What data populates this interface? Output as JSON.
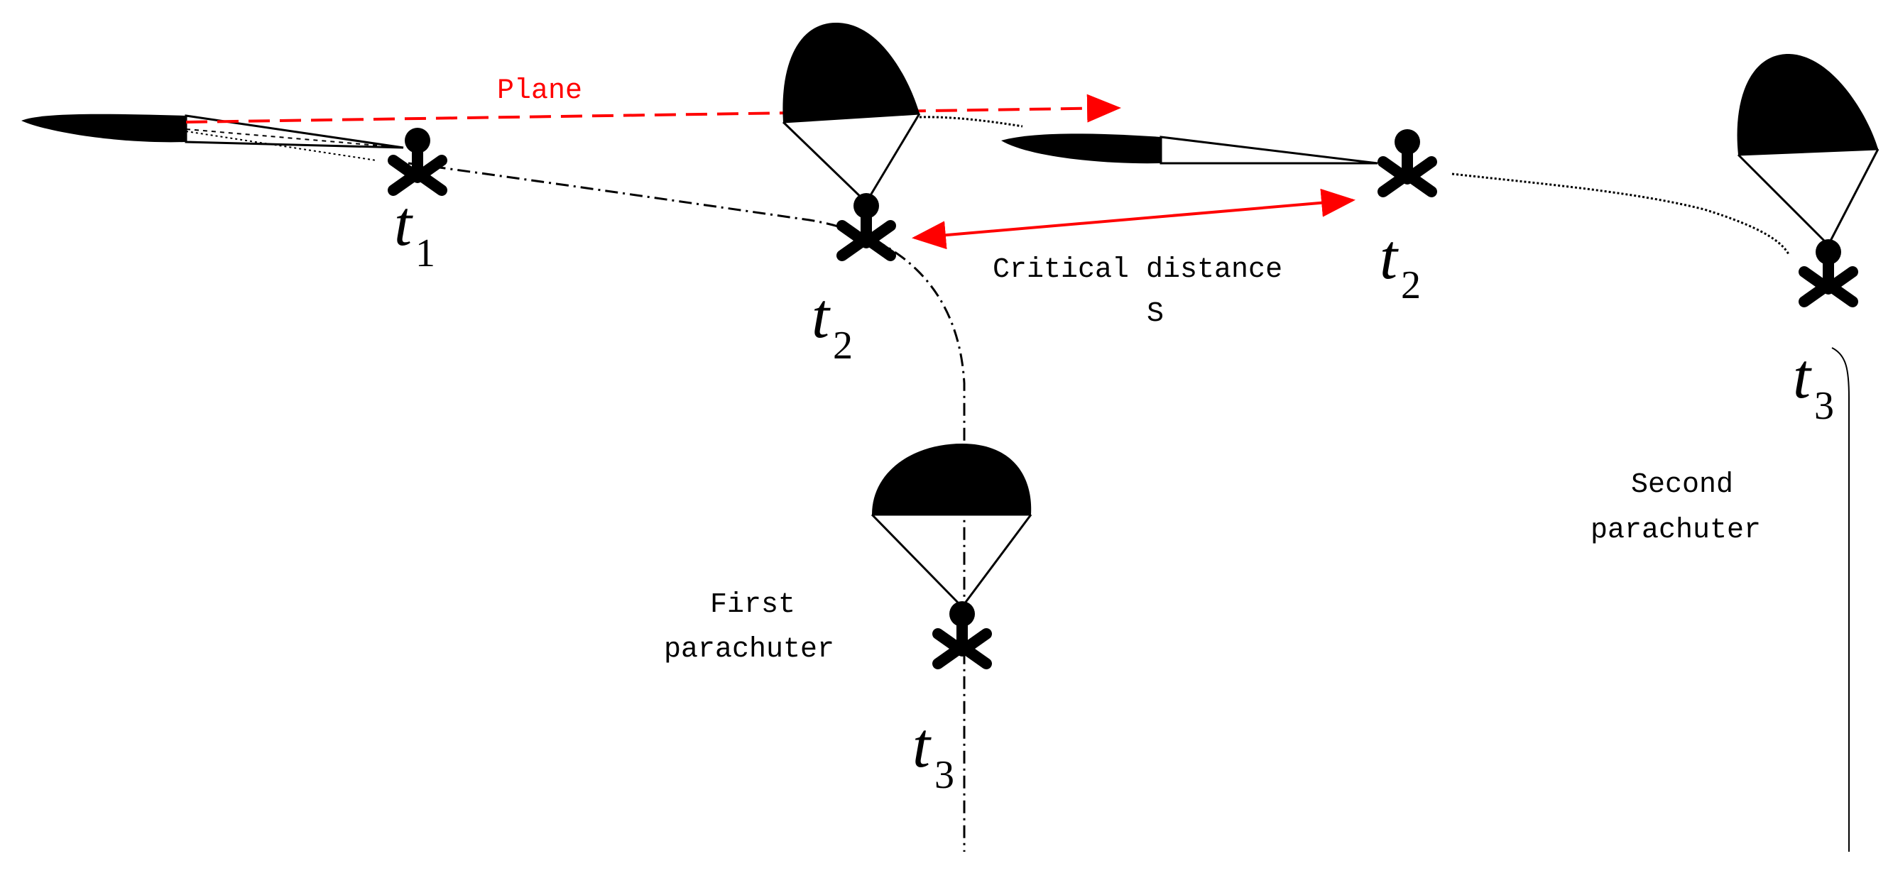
{
  "labels": {
    "plane": "Plane",
    "critical_distance_line1": "Critical distance",
    "critical_distance_line2": "S",
    "first_parachuter_line1": "First",
    "first_parachuter_line2": "parachuter",
    "second_parachuter_line1": "Second",
    "second_parachuter_line2": "parachuter"
  },
  "time_marks": {
    "t1": {
      "symbol": "t",
      "subscript": "1"
    },
    "t2_first": {
      "symbol": "t",
      "subscript": "2"
    },
    "t3_first": {
      "symbol": "t",
      "subscript": "3"
    },
    "t2_second": {
      "symbol": "t",
      "subscript": "2"
    },
    "t3_second": {
      "symbol": "t",
      "subscript": "3"
    }
  },
  "colors": {
    "annotation": "#ff0000",
    "ink": "#000000",
    "background": "#ffffff"
  }
}
